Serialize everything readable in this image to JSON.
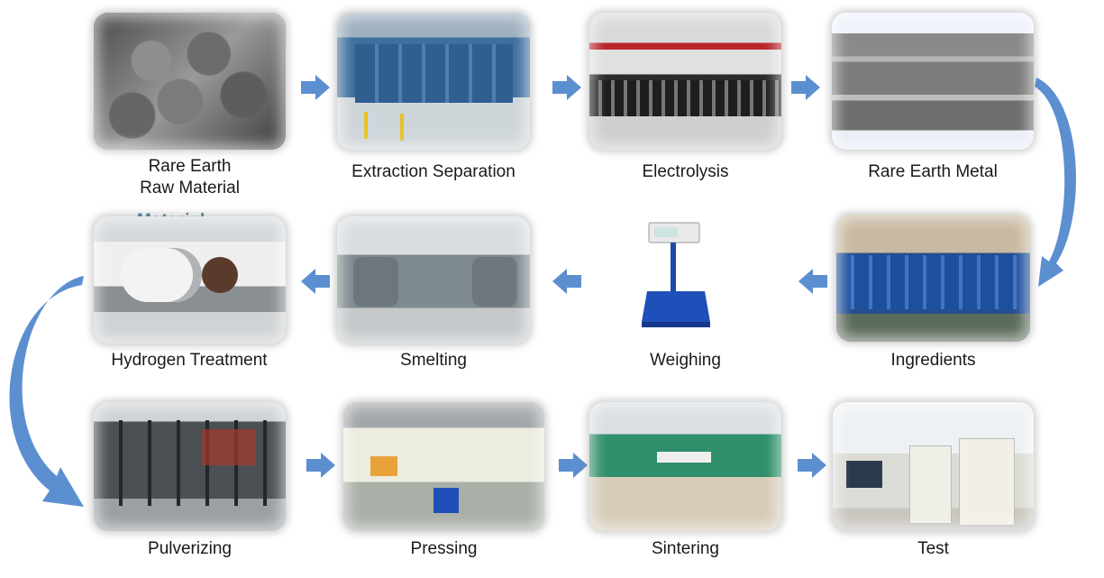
{
  "steps": [
    {
      "id": "raw-material",
      "label": "Rare Earth\nRaw Material",
      "icon": "rock-photo"
    },
    {
      "id": "extraction-separation",
      "label": "Extraction Separation",
      "icon": "factory-photo"
    },
    {
      "id": "electrolysis",
      "label": "Electrolysis",
      "icon": "electrolysis-photo"
    },
    {
      "id": "rare-earth-metal",
      "label": "Rare Earth Metal",
      "icon": "metal-ingot-photo"
    },
    {
      "id": "ingredients",
      "label": "Ingredients",
      "icon": "drums-photo"
    },
    {
      "id": "weighing",
      "label": "Weighing",
      "icon": "scale-photo"
    },
    {
      "id": "smelting",
      "label": "Smelting",
      "icon": "furnace-photo"
    },
    {
      "id": "hydrogen-treatment",
      "label": "Hydrogen Treatment",
      "icon": "hydrogen-furnace-photo"
    },
    {
      "id": "pulverizing",
      "label": "Pulverizing",
      "icon": "mill-photo"
    },
    {
      "id": "pressing",
      "label": "Pressing",
      "icon": "press-photo"
    },
    {
      "id": "sintering",
      "label": "Sintering",
      "icon": "sintering-photo"
    },
    {
      "id": "test",
      "label": "Test",
      "icon": "test-lab-photo"
    }
  ],
  "ghost_text": "Material",
  "colors": {
    "arrow": "#5b8fd0",
    "label": "#1a1a1a"
  }
}
